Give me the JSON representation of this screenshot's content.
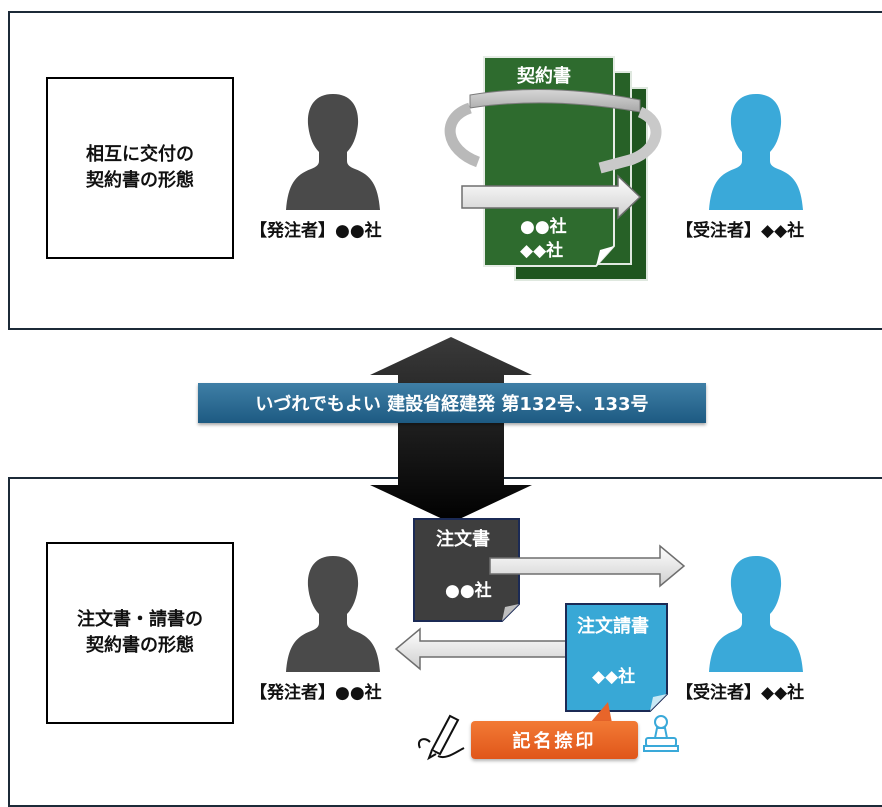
{
  "top_panel": {
    "label_lines": [
      "相互に交付の",
      "契約書の形態"
    ],
    "orderer_label": "【発注者】●●社",
    "contractor_label": "【受注者】◆◆社",
    "contract_doc": {
      "title": "契約書",
      "line1": "●●社",
      "line2": "◆◆社"
    }
  },
  "banner": {
    "text": "いづれでもよい 建設省経建発 第132号、133号"
  },
  "bottom_panel": {
    "label_lines": [
      "注文書・請書の",
      "契約書の形態"
    ],
    "orderer_label": "【発注者】●●社",
    "contractor_label": "【受注者】◆◆社",
    "order_doc": {
      "title": "注文書",
      "party": "●●社"
    },
    "acceptance_doc": {
      "title": "注文請書",
      "party": "◆◆社"
    },
    "seal_label": "記名捺印"
  },
  "colors": {
    "orderer": "#4a4a4a",
    "contractor": "#3aa9d9",
    "contract_green": "#2e6b2e",
    "banner": "#2a6d96",
    "seal_orange": "#e8652a",
    "order_doc": "#3e3e3e",
    "acceptance_doc": "#38a8d6"
  }
}
